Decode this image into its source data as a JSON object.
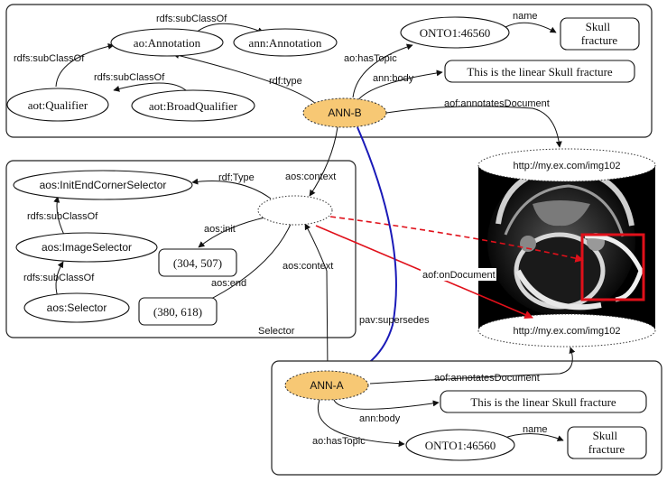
{
  "colors": {
    "annotation_fill": "#f7c874",
    "supersedes_edge": "#1a1ab8",
    "ondocument_edge": "#e0101a",
    "highlight_box": "#e0101a"
  },
  "top_group": {
    "nodes": {
      "ao_annotation": "ao:Annotation",
      "ann_annotation": "ann:Annotation",
      "onto1": "ONTO1:46560",
      "skull_fracture": "Skull\nfracture",
      "aot_qualifier": "aot:Qualifier",
      "aot_broad_qualifier": "aot:BroadQualifier",
      "body_text": "This is the linear Skull fracture",
      "ann_b": "ANN-B"
    },
    "edges": {
      "subclass_1": "rdfs:subClassOf",
      "subclass_2": "rdfs:subClassOf",
      "subclass_3": "rdfs:subClassOf",
      "has_topic": "ao:hasTopic",
      "name": "name",
      "body": "ann:body",
      "rdf_type": "rdf:type",
      "annotates_document": "aof:annotatesDocument"
    }
  },
  "selector_group": {
    "caption": "Selector",
    "nodes": {
      "init_end_corner": "aos:InitEndCornerSelector",
      "image_selector": "aos:ImageSelector",
      "selector": "aos:Selector",
      "init_value": "(304, 507)",
      "end_value": "(380, 618)"
    },
    "edges": {
      "rdf_type": "rdf:Type",
      "subclass_1": "rdfs:subClassOf",
      "subclass_2": "rdfs:subClassOf",
      "init": "aos:init",
      "end": "aos:end",
      "context_top": "aos:context",
      "context_bottom": "aos:context"
    }
  },
  "document": {
    "url_top": "http://my.ex.com/img102",
    "url_bottom": "http://my.ex.com/img102",
    "on_document": "aof:onDocument",
    "supersedes": "pav:supersedes"
  },
  "bottom_group": {
    "nodes": {
      "ann_a": "ANN-A",
      "body_text": "This is the linear Skull fracture",
      "onto1": "ONTO1:46560",
      "skull_fracture": "Skull\nfracture"
    },
    "edges": {
      "annotates_document": "aof:annotatesDocument",
      "body": "ann:body",
      "has_topic": "ao:hasTopic",
      "name": "name"
    }
  }
}
